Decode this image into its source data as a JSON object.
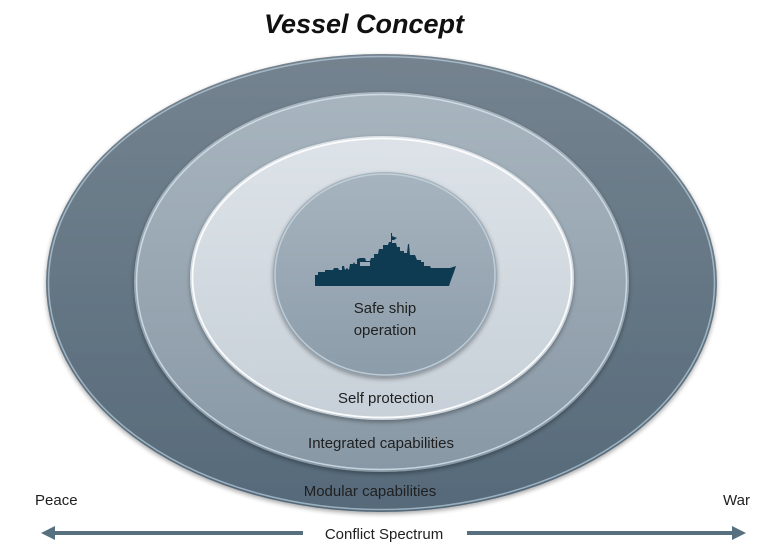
{
  "title": "Vessel Concept",
  "rings": [
    {
      "id": "modular",
      "label": "Modular capabilities",
      "fill_top": "#74838f",
      "fill_bottom": "#566a7a"
    },
    {
      "id": "integrated",
      "label": "Integrated capabilities",
      "fill_top": "#a8b5bf",
      "fill_bottom": "#8898a5"
    },
    {
      "id": "self-protection",
      "label": "Self protection",
      "fill_top": "#dde3e8",
      "fill_bottom": "#c7d0d8"
    },
    {
      "id": "safe-ship",
      "label_line1": "Safe ship",
      "label_line2": "operation",
      "fill_top": "#a6b4bf",
      "fill_bottom": "#8c9ca9"
    }
  ],
  "ship": {
    "icon": "ship-icon",
    "color": "#0e3a52"
  },
  "spectrum": {
    "left_label": "Peace",
    "right_label": "War",
    "axis_label": "Conflict Spectrum",
    "arrow_color": "#56707f"
  }
}
